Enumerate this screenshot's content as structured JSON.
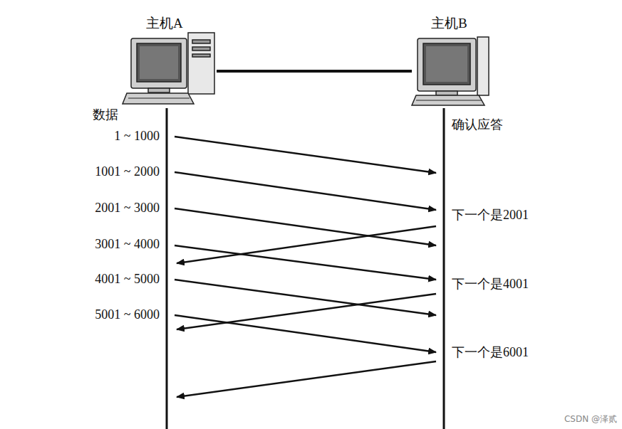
{
  "diagram": {
    "nodes": [
      {
        "text": [
          "主机A"
        ]
      },
      {
        "text": [
          "主机B"
        ]
      }
    ],
    "edges": [
      {
        "from": 0,
        "to": 1,
        "arrow": "none"
      }
    ],
    "labels": [
      "数据",
      "1 ~ 1000",
      "1001 ~ 2000",
      "2001 ~ 3000",
      "3001 ~ 4000",
      "4001 ~ 5000",
      "5001 ~ 6000",
      "确认应答",
      "下一个是2001",
      "下一个是4001",
      "下一个是6001",
      "CSDN @泽贰"
    ]
  }
}
